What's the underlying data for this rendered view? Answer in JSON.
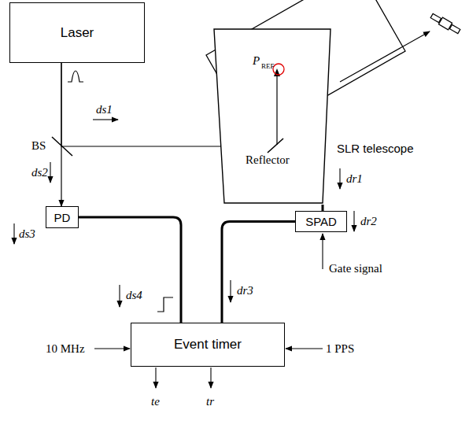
{
  "diagram": {
    "nodes": [
      {
        "text": [
          "Laser"
        ]
      },
      {
        "text": [
          "SLR telescope"
        ]
      },
      {
        "text": [
          "PD"
        ]
      },
      {
        "text": [
          "SPAD"
        ]
      },
      {
        "text": [
          "Event timer"
        ]
      }
    ],
    "edges": [
      {
        "from": 0,
        "to": 2,
        "arrow": "to"
      },
      {
        "from": 0,
        "to": 1,
        "arrow": "to"
      },
      {
        "from": 2,
        "to": 4,
        "arrow": "none"
      },
      {
        "from": 1,
        "to": 3,
        "arrow": "none"
      },
      {
        "from": 3,
        "to": 4,
        "arrow": "none"
      }
    ],
    "labels": [
      "BS",
      "ds1",
      "ds2",
      "ds3",
      "ds4",
      "P",
      "REF",
      "Reflector",
      "dr1",
      "dr2",
      "dr3",
      "Gate signal",
      "10 MHz",
      "1 PPS",
      "te",
      "tr"
    ]
  }
}
